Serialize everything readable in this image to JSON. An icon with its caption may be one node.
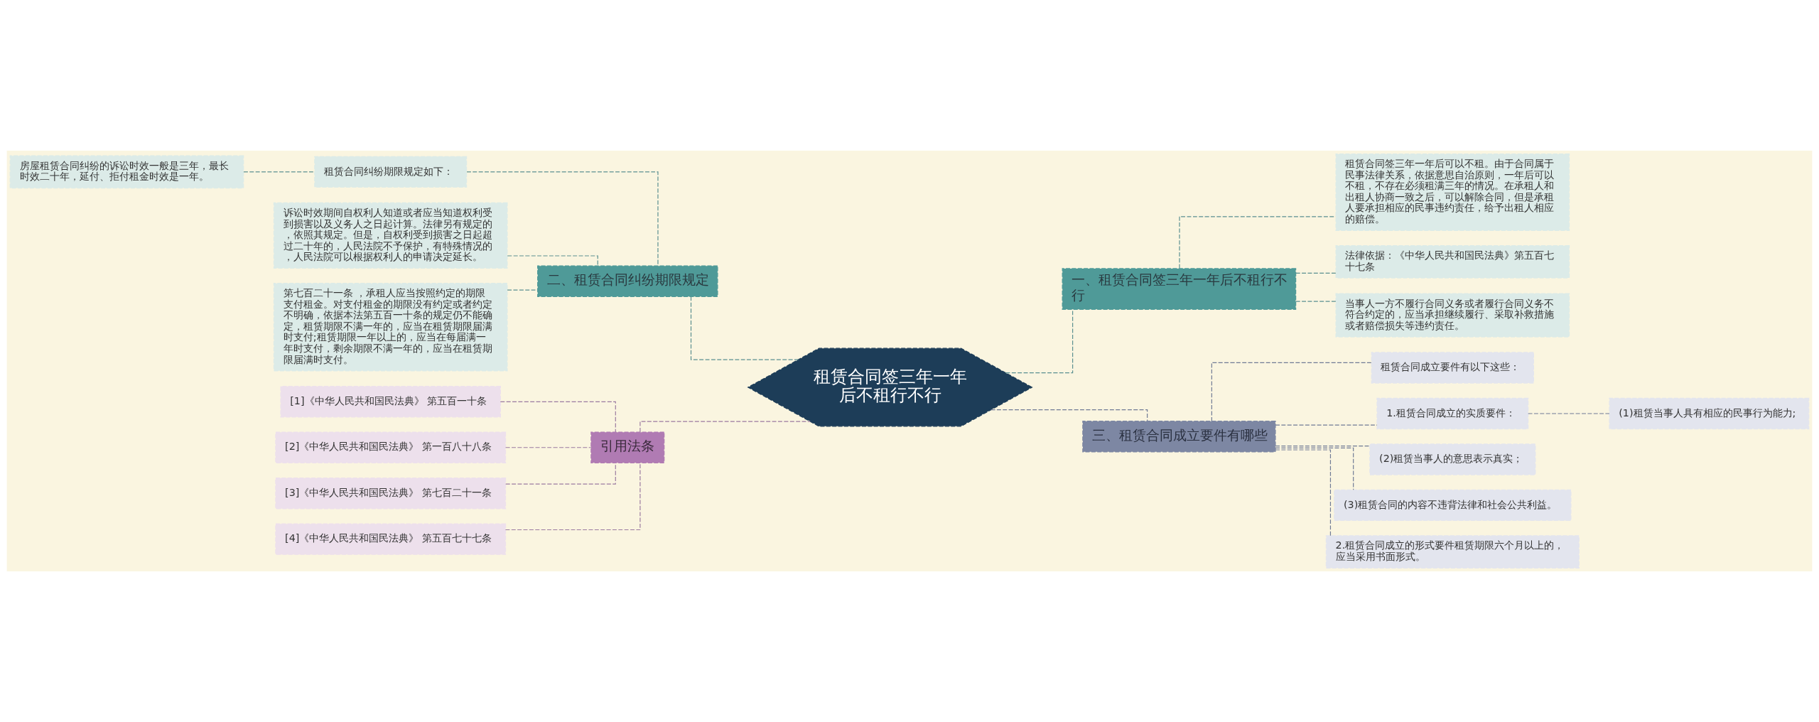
{
  "diagram": {
    "nodes": [
      {
        "text": [
          "租赁合同签三年一年后不租行不行"
        ]
      },
      {
        "text": [
          "一、租赁合同签三年一年后不租行不行"
        ]
      },
      {
        "text": [
          "租赁合同签三年一年后可以不租。由于合同属于民事法律关系，依据意思自治原则，一年后可以不租，不存在必须租满三年的情况。在承租人和出租人协商一致之后，可以解除合同，但是承租人要承担相应的民事违约责任，给予出租人相应的赔偿。"
        ]
      },
      {
        "text": [
          "法律依据：《中华人民共和国民法典》第五百七十七条"
        ]
      },
      {
        "text": [
          "当事人一方不履行合同义务或者履行合同义务不符合约定的，应当承担继续履行、采取补救措施或者赔偿损失等违约责任。"
        ]
      },
      {
        "text": [
          "二、租赁合同纠纷期限规定"
        ]
      },
      {
        "text": [
          "租赁合同纠纷期限规定如下："
        ]
      },
      {
        "text": [
          "房屋租赁合同纠纷的诉讼时效一般是三年，最长时效二十年，延付、拒付租金时效是一年。"
        ]
      },
      {
        "text": [
          "诉讼时效期间自权利人知道或者应当知道权利受到损害以及义务人之日起计算。法律另有规定的，依照其规定。但是，自权利受到损害之日起超过二十年的，人民法院不予保护，有特殊情况的，人民法院可以根据权利人的申请决定延长。"
        ]
      },
      {
        "text": [
          "第七百二十一条 ，承租人应当按照约定的期限支付租金。对支付租金的期限没有约定或者约定不明确，依据本法第五百一十条的规定仍不能确定，租赁期限不满一年的，应当在租赁期限届满时支付;租赁期限一年以上的，应当在每届满一年时支付，剩余期限不满一年的，应当在租赁期限届满时支付。"
        ]
      },
      {
        "text": [
          "三、租赁合同成立要件有哪些"
        ]
      },
      {
        "text": [
          "租赁合同成立要件有以下这些："
        ]
      },
      {
        "text": [
          "1.租赁合同成立的实质要件："
        ]
      },
      {
        "text": [
          "(1)租赁当事人具有相应的民事行为能力;"
        ]
      },
      {
        "text": [
          "(2)租赁当事人的意思表示真实；"
        ]
      },
      {
        "text": [
          "(3)租赁合同的内容不违背法律和社会公共利益。"
        ]
      },
      {
        "text": [
          "2.租赁合同成立的形式要件租赁期限六个月以上的，应当采用书面形式。"
        ]
      },
      {
        "text": [
          "引用法条"
        ]
      },
      {
        "text": [
          "[1]《中华人民共和国民法典》 第五百一十条"
        ]
      },
      {
        "text": [
          "[2]《中华人民共和国民法典》 第一百八十八条"
        ]
      },
      {
        "text": [
          "[3]《中华人民共和国民法典》 第七百二十一条"
        ]
      },
      {
        "text": [
          "[4]《中华人民共和国民法典》 第五百七十七条"
        ]
      }
    ],
    "edges": [
      {
        "from": 0,
        "to": 1,
        "arrow": "none",
        "style": "dashed"
      },
      {
        "from": 1,
        "to": 2,
        "arrow": "none",
        "style": "dashed"
      },
      {
        "from": 1,
        "to": 3,
        "arrow": "none",
        "style": "dashed"
      },
      {
        "from": 1,
        "to": 4,
        "arrow": "none",
        "style": "dashed"
      },
      {
        "from": 0,
        "to": 5,
        "arrow": "none",
        "style": "dashed"
      },
      {
        "from": 5,
        "to": 6,
        "arrow": "none",
        "style": "dashed"
      },
      {
        "from": 6,
        "to": 7,
        "arrow": "none",
        "style": "dashed"
      },
      {
        "from": 5,
        "to": 8,
        "arrow": "none",
        "style": "dashed"
      },
      {
        "from": 5,
        "to": 9,
        "arrow": "none",
        "style": "dashed"
      },
      {
        "from": 0,
        "to": 10,
        "arrow": "none",
        "style": "dashed",
        "color": "#6f7a95"
      },
      {
        "from": 10,
        "to": 11,
        "arrow": "none",
        "style": "dashed",
        "color": "#6f7a95"
      },
      {
        "from": 10,
        "to": 12,
        "arrow": "none",
        "style": "dashed",
        "color": "#6f7a95"
      },
      {
        "from": 12,
        "to": 13,
        "arrow": "none",
        "style": "dashed",
        "color": "#6f7a95"
      },
      {
        "from": 10,
        "to": 14,
        "arrow": "none",
        "style": "dashed",
        "color": "#6f7a95"
      },
      {
        "from": 10,
        "to": 15,
        "arrow": "none",
        "style": "dashed",
        "color": "#6f7a95"
      },
      {
        "from": 10,
        "to": 16,
        "arrow": "none",
        "style": "dashed",
        "color": "#6f7a95"
      },
      {
        "from": 0,
        "to": 17,
        "arrow": "none",
        "style": "dashed",
        "color": "#9a7aa0"
      },
      {
        "from": 17,
        "to": 18,
        "arrow": "none",
        "style": "dashed",
        "color": "#9a7aa0"
      },
      {
        "from": 17,
        "to": 19,
        "arrow": "none",
        "style": "dashed",
        "color": "#9a7aa0"
      },
      {
        "from": 17,
        "to": 20,
        "arrow": "none",
        "style": "dashed",
        "color": "#9a7aa0"
      },
      {
        "from": 17,
        "to": 21,
        "arrow": "none",
        "style": "dashed",
        "color": "#9a7aa0"
      }
    ]
  }
}
